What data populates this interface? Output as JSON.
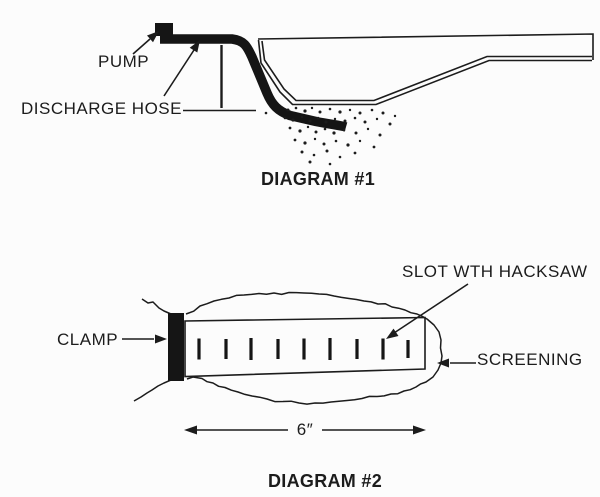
{
  "page": {
    "background": "#fcfcfc",
    "ink": "#1c1c1c"
  },
  "diagram1": {
    "title": "DIAGRAM #1",
    "labels": {
      "pump": "PUMP",
      "discharge_hose": "DISCHARGE HOSE"
    },
    "debris_dots": [
      [
        288,
        110,
        1.5
      ],
      [
        296,
        108,
        1.3
      ],
      [
        305,
        111,
        1.6
      ],
      [
        312,
        108,
        1.2
      ],
      [
        320,
        112,
        1.5
      ],
      [
        330,
        109,
        1.3
      ],
      [
        340,
        112,
        1.6
      ],
      [
        350,
        110,
        1.2
      ],
      [
        360,
        113,
        1.5
      ],
      [
        372,
        110,
        1.3
      ],
      [
        383,
        113,
        1.5
      ],
      [
        395,
        116,
        1.2
      ],
      [
        285,
        118,
        1.3
      ],
      [
        293,
        120,
        1.6
      ],
      [
        302,
        117,
        1.2
      ],
      [
        310,
        121,
        1.5
      ],
      [
        318,
        118,
        1.3
      ],
      [
        326,
        122,
        1.6
      ],
      [
        335,
        119,
        1.2
      ],
      [
        345,
        121,
        1.5
      ],
      [
        355,
        118,
        1.3
      ],
      [
        365,
        122,
        1.5
      ],
      [
        377,
        119,
        1.2
      ],
      [
        390,
        124,
        1.5
      ],
      [
        290,
        128,
        1.4
      ],
      [
        300,
        131,
        1.6
      ],
      [
        308,
        127,
        1.2
      ],
      [
        316,
        132,
        1.5
      ],
      [
        325,
        129,
        1.3
      ],
      [
        334,
        133,
        1.6
      ],
      [
        344,
        130,
        1.3
      ],
      [
        356,
        133,
        1.5
      ],
      [
        368,
        129,
        1.2
      ],
      [
        380,
        135,
        1.5
      ],
      [
        295,
        140,
        1.4
      ],
      [
        305,
        143,
        1.6
      ],
      [
        315,
        139,
        1.2
      ],
      [
        324,
        144,
        1.5
      ],
      [
        336,
        141,
        1.3
      ],
      [
        348,
        145,
        1.6
      ],
      [
        360,
        141,
        1.2
      ],
      [
        374,
        147,
        1.4
      ],
      [
        302,
        152,
        1.5
      ],
      [
        314,
        155,
        1.3
      ],
      [
        327,
        151,
        1.5
      ],
      [
        340,
        157,
        1.3
      ],
      [
        355,
        153,
        1.4
      ],
      [
        310,
        162,
        1.5
      ],
      [
        330,
        164,
        1.3
      ],
      [
        266,
        113,
        1.3
      ]
    ]
  },
  "diagram2": {
    "title": "DIAGRAM #2",
    "labels": {
      "clamp": "CLAMP",
      "slot": "SLOT WTH HACKSAW",
      "screening": "SCREENING",
      "dimension": "6″"
    },
    "slot_x_positions": [
      199,
      226,
      251,
      278,
      304,
      330,
      357,
      383,
      408
    ],
    "slot_count": 9
  }
}
